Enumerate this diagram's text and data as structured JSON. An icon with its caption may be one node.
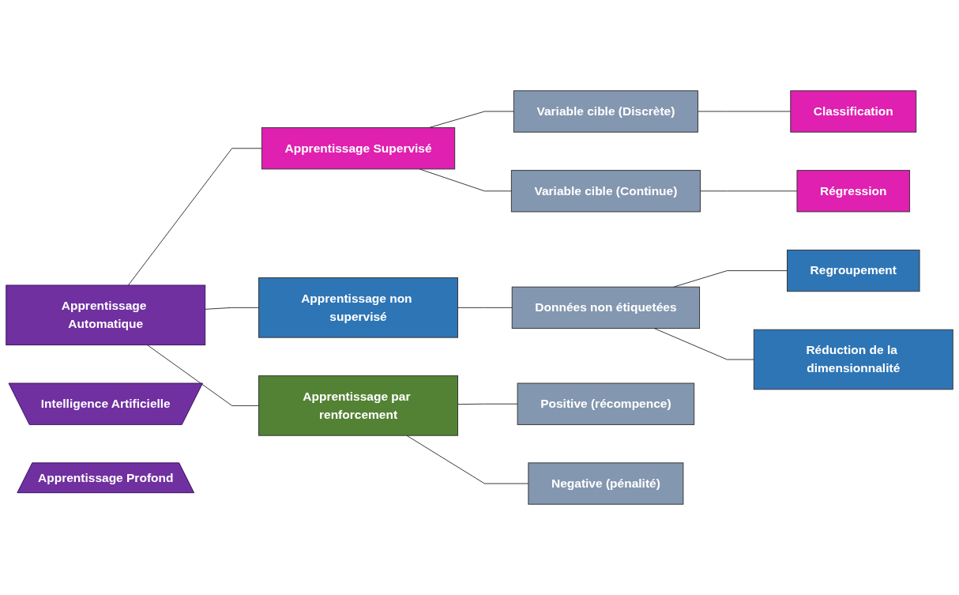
{
  "diagram": {
    "nodes": [
      {
        "text": [
          "Intelligence Artificielle"
        ]
      },
      {
        "text": [
          "Apprentissage Automatique"
        ]
      },
      {
        "text": [
          "Apprentissage Profond"
        ]
      },
      {
        "text": [
          "Apprentissage Supervisé"
        ]
      },
      {
        "text": [
          "Apprentissage non supervisé"
        ]
      },
      {
        "text": [
          "Apprentissage par renforcement"
        ]
      },
      {
        "text": [
          "Variable cible (Discrète)"
        ]
      },
      {
        "text": [
          "Variable cible (Continue)"
        ]
      },
      {
        "text": [
          "Classification"
        ]
      },
      {
        "text": [
          "Régression"
        ]
      },
      {
        "text": [
          "Données non étiquetées"
        ]
      },
      {
        "text": [
          "Regroupement"
        ]
      },
      {
        "text": [
          "Réduction de la dimensionnalité"
        ]
      },
      {
        "text": [
          "Positive (récompence)"
        ]
      },
      {
        "text": [
          "Negative (pénalité)"
        ]
      }
    ],
    "edges": [
      {
        "from": 1,
        "to": 3,
        "arrow": "none"
      },
      {
        "from": 1,
        "to": 4,
        "arrow": "none"
      },
      {
        "from": 1,
        "to": 5,
        "arrow": "none"
      },
      {
        "from": 3,
        "to": 6,
        "arrow": "none"
      },
      {
        "from": 3,
        "to": 7,
        "arrow": "none"
      },
      {
        "from": 6,
        "to": 8,
        "arrow": "none"
      },
      {
        "from": 7,
        "to": 9,
        "arrow": "none"
      },
      {
        "from": 4,
        "to": 10,
        "arrow": "none"
      },
      {
        "from": 10,
        "to": 11,
        "arrow": "none"
      },
      {
        "from": 10,
        "to": 12,
        "arrow": "none"
      },
      {
        "from": 5,
        "to": 13,
        "arrow": "none"
      },
      {
        "from": 5,
        "to": 14,
        "arrow": "none"
      }
    ]
  }
}
